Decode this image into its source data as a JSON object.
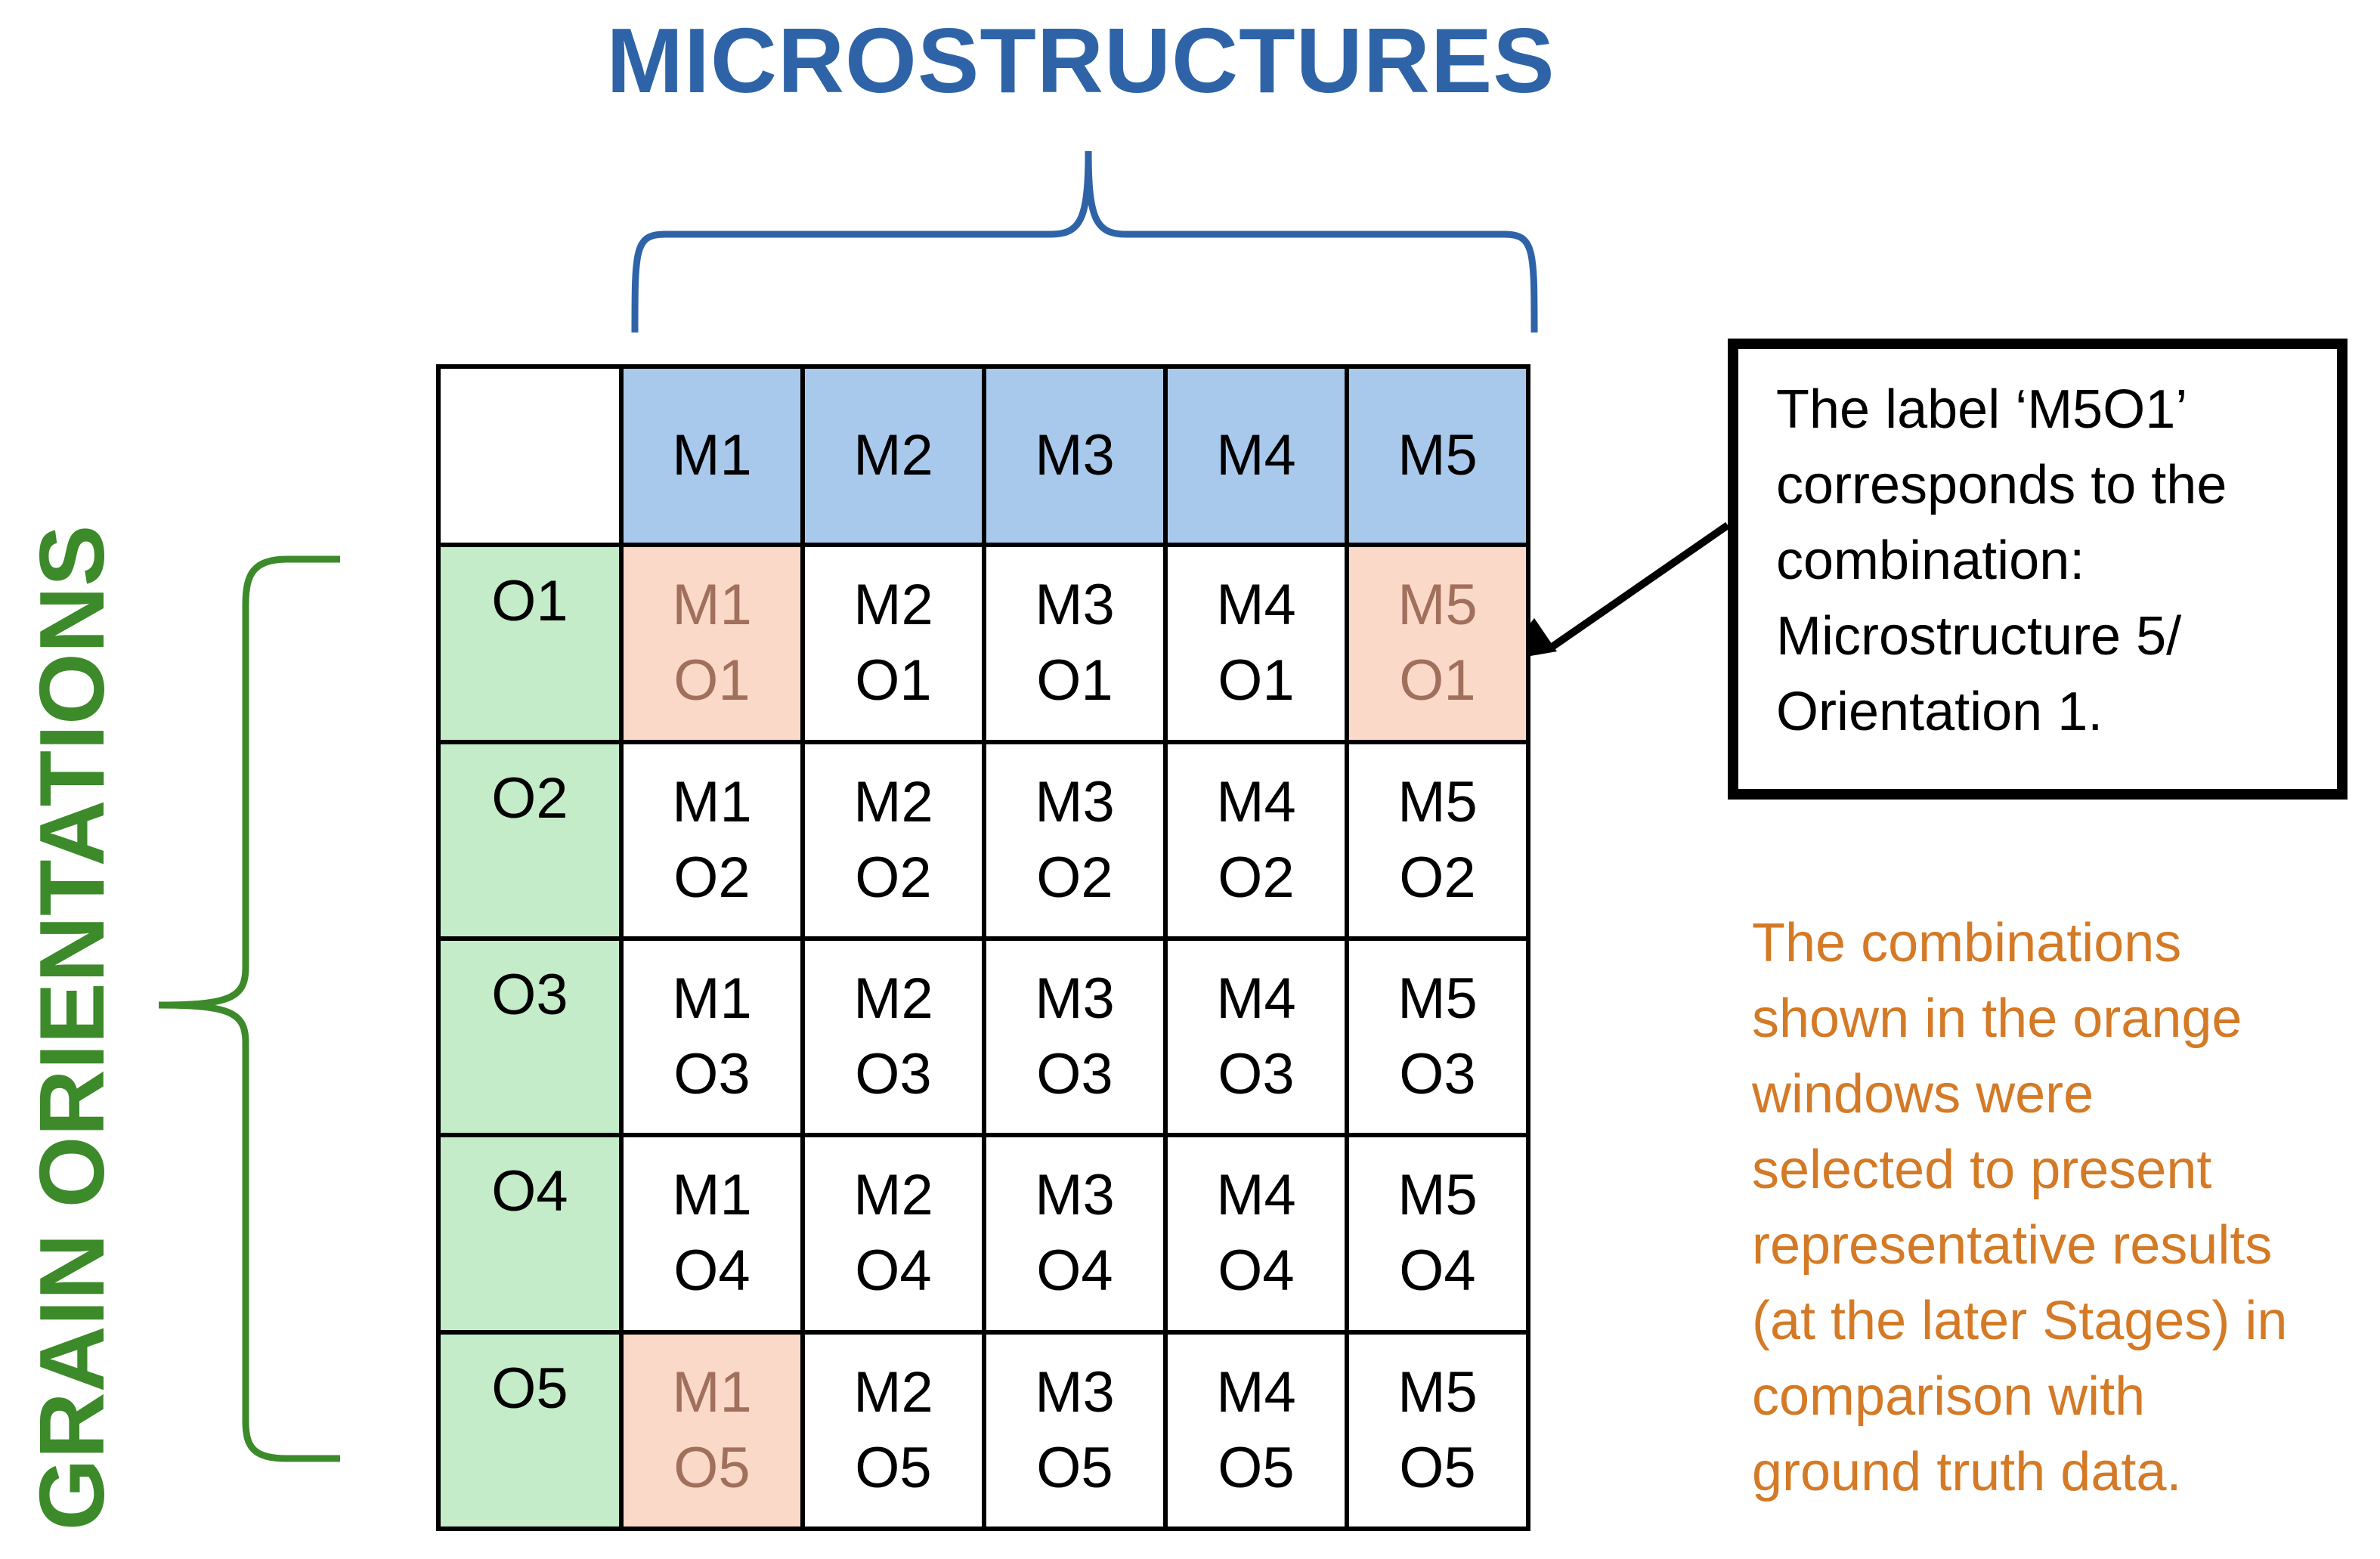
{
  "titles": {
    "top": "MICROSTRUCTURES",
    "left": "GRAIN ORIENTATIONS"
  },
  "columns": [
    "M1",
    "M2",
    "M3",
    "M4",
    "M5"
  ],
  "rows": [
    {
      "label": "O1",
      "cells": [
        [
          "M1",
          "O1"
        ],
        [
          "M2",
          "O1"
        ],
        [
          "M3",
          "O1"
        ],
        [
          "M4",
          "O1"
        ],
        [
          "M5",
          "O1"
        ]
      ]
    },
    {
      "label": "O2",
      "cells": [
        [
          "M1",
          "O2"
        ],
        [
          "M2",
          "O2"
        ],
        [
          "M3",
          "O2"
        ],
        [
          "M4",
          "O2"
        ],
        [
          "M5",
          "O2"
        ]
      ]
    },
    {
      "label": "O3",
      "cells": [
        [
          "M1",
          "O3"
        ],
        [
          "M2",
          "O3"
        ],
        [
          "M3",
          "O3"
        ],
        [
          "M4",
          "O3"
        ],
        [
          "M5",
          "O3"
        ]
      ]
    },
    {
      "label": "O4",
      "cells": [
        [
          "M1",
          "O4"
        ],
        [
          "M2",
          "O4"
        ],
        [
          "M3",
          "O4"
        ],
        [
          "M4",
          "O4"
        ],
        [
          "M5",
          "O4"
        ]
      ]
    },
    {
      "label": "O5",
      "cells": [
        [
          "M1",
          "O5"
        ],
        [
          "M2",
          "O5"
        ],
        [
          "M3",
          "O5"
        ],
        [
          "M4",
          "O5"
        ],
        [
          "M5",
          "O5"
        ]
      ]
    }
  ],
  "highlighted_cells": [
    "M1O1",
    "M5O1",
    "M1O5"
  ],
  "callout": {
    "lines": [
      "The label ‘M5O1’",
      "corresponds to the",
      "combination:",
      "Microstructure 5/",
      "Orientation 1."
    ]
  },
  "note": {
    "lines": [
      "The combinations",
      "shown in the orange",
      "windows were",
      "selected to present",
      "representative results",
      "(at the later Stages) in",
      "comparison with",
      "ground truth data."
    ]
  },
  "colors": {
    "title_top": "#2e64a7",
    "title_left": "#3c8a2a",
    "column_header_fill": "#a9c9ec",
    "row_header_fill": "#c4ecc8",
    "highlight_fill": "#fbd9c8",
    "highlight_text": "#a0705c",
    "note_text": "#d47a26"
  }
}
